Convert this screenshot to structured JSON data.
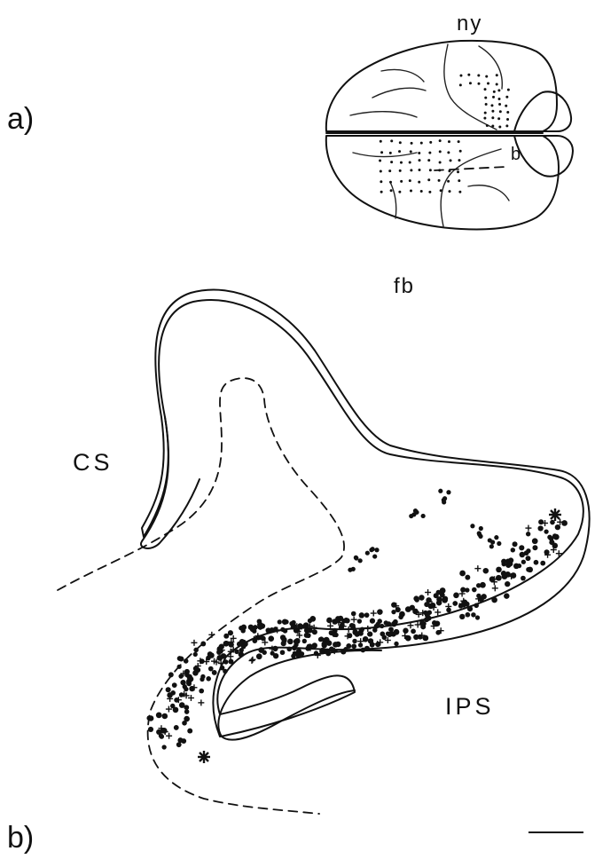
{
  "labels": {
    "panel_a": "a)",
    "panel_b": "b)",
    "top_label": "ny",
    "section_marker": "b",
    "middle_label": "fb",
    "cs": "CS",
    "ips": "IPS"
  }
}
